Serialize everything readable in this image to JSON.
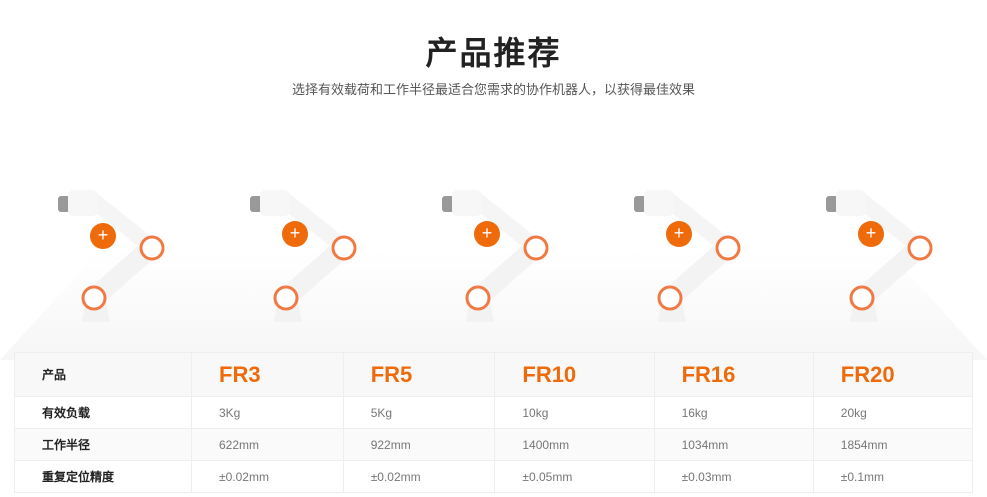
{
  "header": {
    "title": "产品推荐",
    "subtitle": "选择有效载荷和工作半径最适合您需求的协作机器人，以获得最佳效果"
  },
  "colors": {
    "accent": "#ee6a0a"
  },
  "table": {
    "header_label": "产品",
    "models": [
      "FR3",
      "FR5",
      "FR10",
      "FR16",
      "FR20"
    ],
    "rows": [
      {
        "label": "有效负载",
        "values": [
          "3Kg",
          "5Kg",
          "10kg",
          "16kg",
          "20kg"
        ]
      },
      {
        "label": "工作半径",
        "values": [
          "622mm",
          "922mm",
          "1400mm",
          "1034mm",
          "1854mm"
        ]
      },
      {
        "label": "重复定位精度",
        "values": [
          "±0.02mm",
          "±0.02mm",
          "±0.05mm",
          "±0.03mm",
          "±0.1mm"
        ]
      }
    ]
  },
  "plus_icon": "+"
}
